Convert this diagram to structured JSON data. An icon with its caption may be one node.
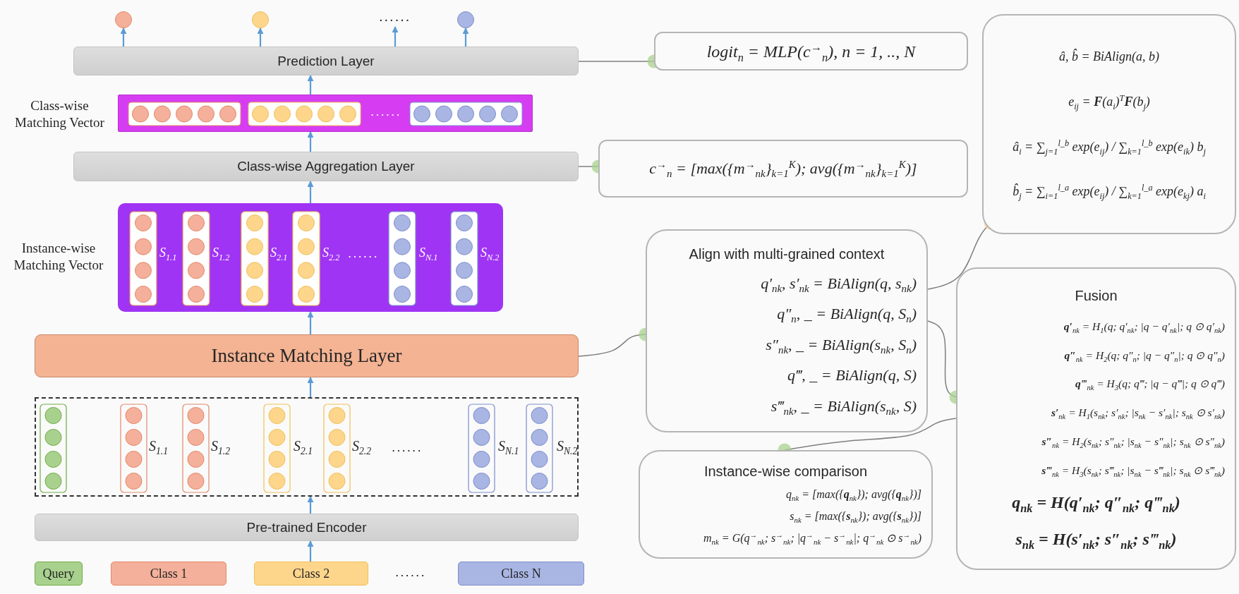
{
  "diagram": {
    "nodes": [
      {
        "text": [],
        "shape": "circle"
      },
      {
        "text": [],
        "shape": "circle"
      },
      {
        "text": [
          "......"
        ]
      },
      {
        "text": [],
        "shape": "circle"
      },
      {
        "text": [
          "Prediction Layer"
        ]
      },
      {
        "text": [
          "......"
        ],
        "beside": [
          "Class-wise Matching Vector"
        ]
      },
      {
        "text": [
          "Class-wise Aggregation Layer"
        ]
      },
      {
        "text": [
          "S$_{1.1}$",
          "S$_{1.2}$",
          "S$_{2.1}$",
          "S$_{2.2}$",
          "......",
          "S$_{N.1}$",
          "S$_{N.2}$"
        ],
        "beside": [
          "Instance-wise Matching Vector"
        ]
      },
      {
        "text": [
          "Instance Matching Layer"
        ]
      },
      {
        "text": [
          "S$_{1.1}$",
          "S$_{1.2}$",
          "S$_{2.1}$",
          "S$_{2.2}$",
          "......",
          "S$_{N.1}$",
          "S$_{N.2}$"
        ]
      },
      {
        "text": [
          "Pre-trained Encoder"
        ]
      },
      {
        "text": [
          "Query"
        ]
      },
      {
        "text": [
          "Class 1"
        ]
      },
      {
        "text": [
          "Class 2"
        ]
      },
      {
        "text": [
          "Class N"
        ]
      },
      {
        "text": [
          "logit$_{n}$ = MLP(c$^{→}$$_{n}$), n = 1, .., N"
        ]
      },
      {
        "text": [
          "c$^{→}$$_{n}$ = [max({m$^{→}$$_{nk}$}$_{k=1}$$^{K}$); avg({m$^{→}$$_{nk}$}$_{k=1}$$^{K}$)]"
        ]
      },
      {
        "text": [
          "â, b̂ = BiAlign(a, b)",
          "e$_{ij}$ = **F**(a$_{i}$)$^{T}$**F**(b$_{j}$)",
          "â$_{i}$ = ∑$_{j=1}$$^{l_b}$ exp(e$_{ij}$) / ∑$_{k=1}$$^{l_b}$ exp(e$_{ik}$) b$_{j}$",
          "b̂$_{j}$ = ∑$_{i=1}$$^{l_a}$ exp(e$_{ij}$) / ∑$_{k=1}$$^{l_a}$ exp(e$_{kj}$) a$_{i}$"
        ]
      },
      {
        "text": [
          "Align with multi-grained context",
          "q′$_{nk}$, s′$_{nk}$ = BiAlign(q, s$_{nk}$)",
          "q″$_{n}$, _ = BiAlign(q, S$_{n}$)",
          "s″$_{nk}$, _ = BiAlign(s$_{nk}$, S$_{n}$)",
          "q‴, _ = BiAlign(q, S)",
          "s‴$_{nk}$, _ = BiAlign(s$_{nk}$, S)"
        ]
      },
      {
        "text": [
          "Fusion",
          "**q′**$_{nk}$ = H$_{1}$(q; q′$_{nk}$; |q − q′$_{nk}$|; q ⊙ q′$_{nk}$)",
          "**q″**$_{nk}$ = H$_{2}$(q; q″$_{n}$; |q − q″$_{n}$|; q ⊙ q″$_{n}$)",
          "**q‴**$_{nk}$ = H$_{3}$(q; q‴; |q − q‴|; q ⊙ q‴)",
          "**s′**$_{nk}$ = H$_{1}$(s$_{nk}$; s′$_{nk}$; |s$_{nk}$ − s′$_{nk}$|; s$_{nk}$ ⊙ s′$_{nk}$)",
          "**s″**$_{nk}$ = H$_{2}$(s$_{nk}$; s″$_{nk}$; |s$_{nk}$ − s″$_{nk}$|; s$_{nk}$ ⊙ s″$_{nk}$)",
          "**s‴**$_{nk}$ = H$_{3}$(s$_{nk}$; s‴$_{nk}$; |s$_{nk}$ − s‴$_{nk}$|; s$_{nk}$ ⊙ s‴$_{nk}$)",
          "q$_{nk}$ = H(q′$_{nk}$; q″$_{nk}$; q‴$_{nk}$)",
          "s$_{nk}$ = H(s′$_{nk}$; s″$_{nk}$; s‴$_{nk}$)"
        ]
      },
      {
        "text": [
          "Instance-wise comparison",
          "q$_{nk}$ = [max({**q**$_{nk}$}); avg({**q**$_{nk}$})]",
          "s$_{nk}$ = [max({**s**$_{nk}$}); avg({**s**$_{nk}$})]",
          "m$_{nk}$ = G(q$^{→}$$_{nk}$; s$^{→}$$_{nk}$; |q$^{→}$$_{nk}$ − s$^{→}$$_{nk}$|; q$^{→}$$_{nk}$ ⊙ s$^{→}$$_{nk}$)"
        ]
      }
    ],
    "edges": [
      {
        "from": 4,
        "to": 0,
        "arrow": "to"
      },
      {
        "from": 4,
        "to": 1,
        "arrow": "to"
      },
      {
        "from": 4,
        "to": 2,
        "arrow": "to"
      },
      {
        "from": 4,
        "to": 3,
        "arrow": "to"
      },
      {
        "from": 5,
        "to": 4,
        "arrow": "to"
      },
      {
        "from": 6,
        "to": 5,
        "arrow": "to"
      },
      {
        "from": 7,
        "to": 6,
        "arrow": "to"
      },
      {
        "from": 8,
        "to": 7,
        "arrow": "to"
      },
      {
        "from": 9,
        "to": 8,
        "arrow": "to"
      },
      {
        "from": 10,
        "to": 9,
        "arrow": "to"
      },
      {
        "from": 13,
        "to": 10,
        "arrow": "to"
      },
      {
        "from": 4,
        "to": 15,
        "arrow": "other",
        "color": "#7f7f7f"
      },
      {
        "from": 6,
        "to": 16,
        "arrow": "other",
        "color": "#7f7f7f"
      },
      {
        "from": 8,
        "to": 18,
        "arrow": "other",
        "color": "#7f7f7f"
      },
      {
        "from": 18,
        "to": 17,
        "arrow": "other",
        "color": "#7f7f7f"
      },
      {
        "from": 18,
        "to": 19,
        "arrow": "other",
        "color": "#7f7f7f"
      },
      {
        "from": 19,
        "to": 20,
        "arrow": "other",
        "color": "#7f7f7f"
      }
    ],
    "labels": [
      "......"
    ]
  }
}
